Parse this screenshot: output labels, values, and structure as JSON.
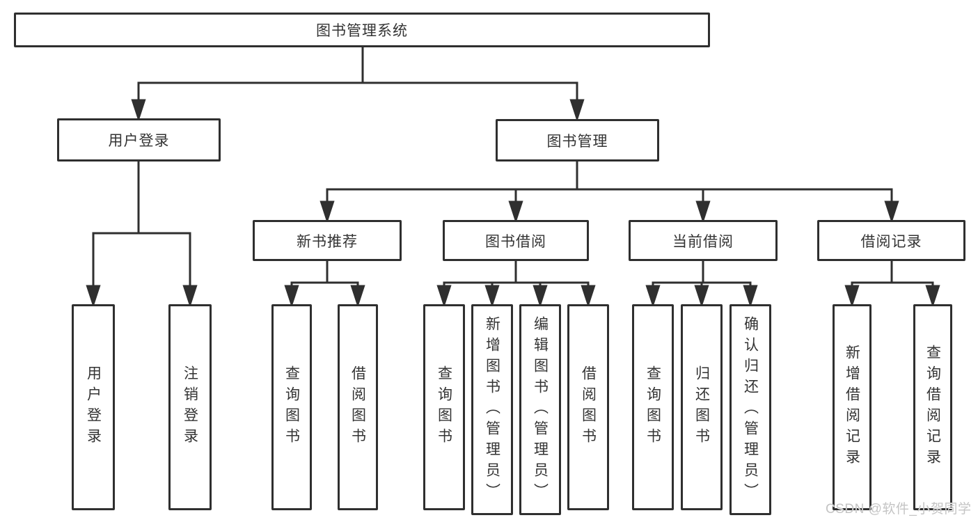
{
  "diagram": {
    "root": "图书管理系统",
    "user_login": {
      "label": "用户登录",
      "children": [
        "用户登录",
        "注销登录"
      ]
    },
    "book_management": {
      "label": "图书管理",
      "sections": [
        {
          "label": "新书推荐",
          "children": [
            "查询图书",
            "借阅图书"
          ]
        },
        {
          "label": "图书借阅",
          "children": [
            "查询图书",
            "新增图书（管理员）",
            "编辑图书（管理员）",
            "借阅图书"
          ]
        },
        {
          "label": "当前借阅",
          "children": [
            "查询图书",
            "归还图书",
            "确认归还（管理员）"
          ]
        },
        {
          "label": "借阅记录",
          "children": [
            "新增借阅记录",
            "查询借阅记录"
          ]
        }
      ]
    }
  },
  "watermark": "CSDN @软件_小贺同学",
  "colors": {
    "line": "#2f2f2f",
    "text": "#333333",
    "background": "#ffffff",
    "watermark": "#c4c4c4"
  }
}
